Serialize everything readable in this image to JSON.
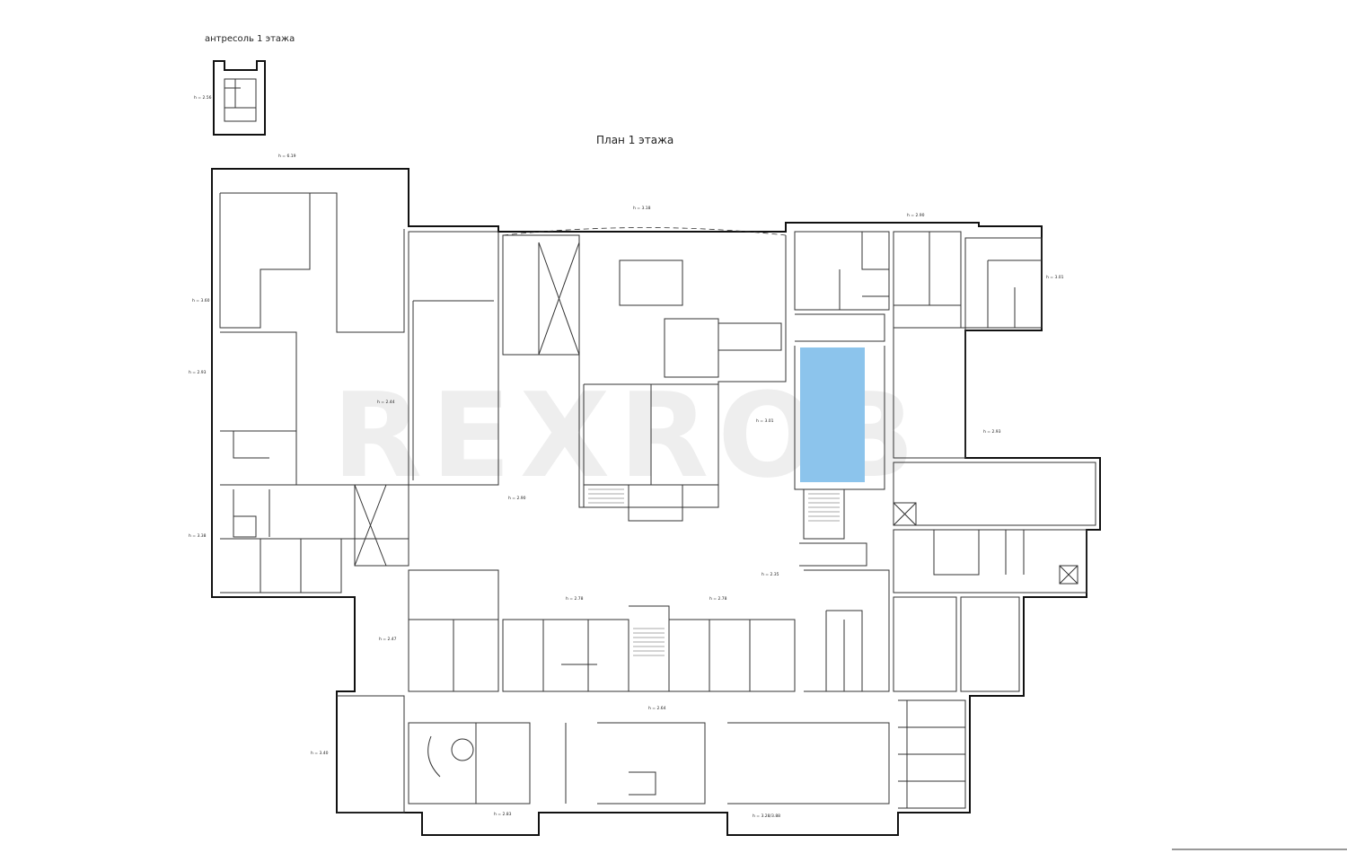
{
  "captions": {
    "mezzanine": "антресоль 1 этажа",
    "plan": "План 1 этажа"
  },
  "watermark": "REXROB",
  "heights": {
    "mezzanine_h": "h = 2.56",
    "top_h1": "h = 6.19",
    "h_top": "h = 3.18",
    "h_top_right": "h = 2.90",
    "h_right": "h = 3.01",
    "h_left1": "h = 3.60",
    "h_left2": "h = 2.93",
    "h_left3": "h = 3.38",
    "h_hall": "h = 2.44",
    "h_court": "h = 2.90",
    "h_center": "h = 3.01",
    "h_mid": "h = 2.35",
    "h_south1": "h = 2.78",
    "h_south2": "h = 2.78",
    "h_sw": "h = 2.47",
    "h_bottom_left": "h = 3.40",
    "h_bottom1": "h = 2.83",
    "h_bottom2": "h = 2.64",
    "h_bottom3": "h = 3.28/3.88",
    "h_east": "h = 2.93"
  },
  "highlight_color": "#8cc4ec",
  "wall_color": "#111111"
}
